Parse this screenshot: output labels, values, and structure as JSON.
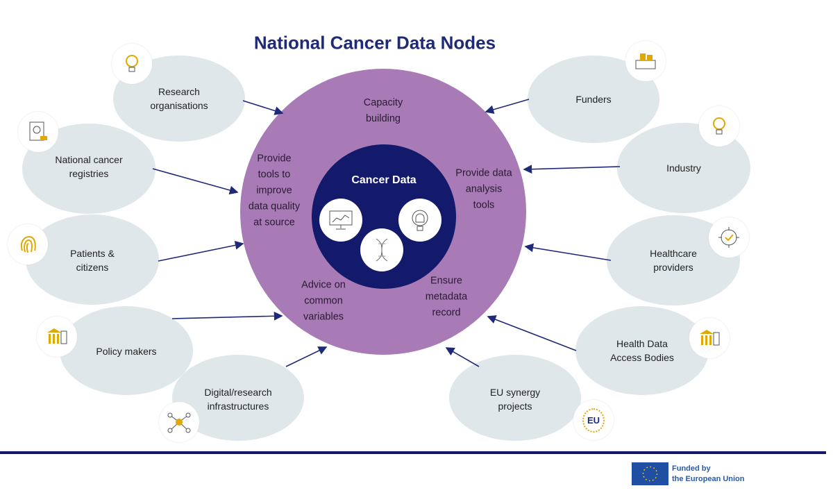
{
  "title": "National Cancer Data Nodes",
  "core": {
    "label": "Cancer Data",
    "icons": [
      "monitor-chart-icon",
      "dna-icon",
      "mri-scanner-icon"
    ]
  },
  "services": [
    {
      "id": "capacity",
      "label": "Capacity\nbuilding"
    },
    {
      "id": "quality",
      "label": "Provide\ntools to\nimprove\ndata quality\nat source"
    },
    {
      "id": "analysis",
      "label": "Provide data\nanalysis\ntools"
    },
    {
      "id": "variables",
      "label": "Advice on\ncommon\nvariables"
    },
    {
      "id": "metadata",
      "label": "Ensure\nmetadata\nrecord"
    }
  ],
  "stakeholders": [
    {
      "label": "Research\norganisations",
      "icon": "lightbulb-gear-icon"
    },
    {
      "label": "National cancer\nregistries",
      "icon": "passport-icon"
    },
    {
      "label": "Patients &\ncitizens",
      "icon": "fingerprint-icon"
    },
    {
      "label": "Policy makers",
      "icon": "government-building-icon"
    },
    {
      "label": "Digital/research\ninfrastructures",
      "icon": "network-nodes-icon"
    },
    {
      "label": "Funders",
      "icon": "money-coins-icon"
    },
    {
      "label": "Industry",
      "icon": "lightbulb-gear-icon"
    },
    {
      "label": "Healthcare\nproviders",
      "icon": "target-check-icon"
    },
    {
      "label": "Health Data\nAccess Bodies",
      "icon": "government-building-icon"
    },
    {
      "label": "EU synergy\nprojects",
      "icon": "eu-icon"
    }
  ],
  "eu_badge_text": "EU",
  "footer": {
    "funded": "Funded by\nthe European Union"
  },
  "colors": {
    "title": "#1e2a78",
    "outer": "#a87bb6",
    "inner": "#141a6b",
    "ellipse": "#dfe7ea",
    "arrow": "#1e2a78",
    "icon": "#e0a800"
  }
}
